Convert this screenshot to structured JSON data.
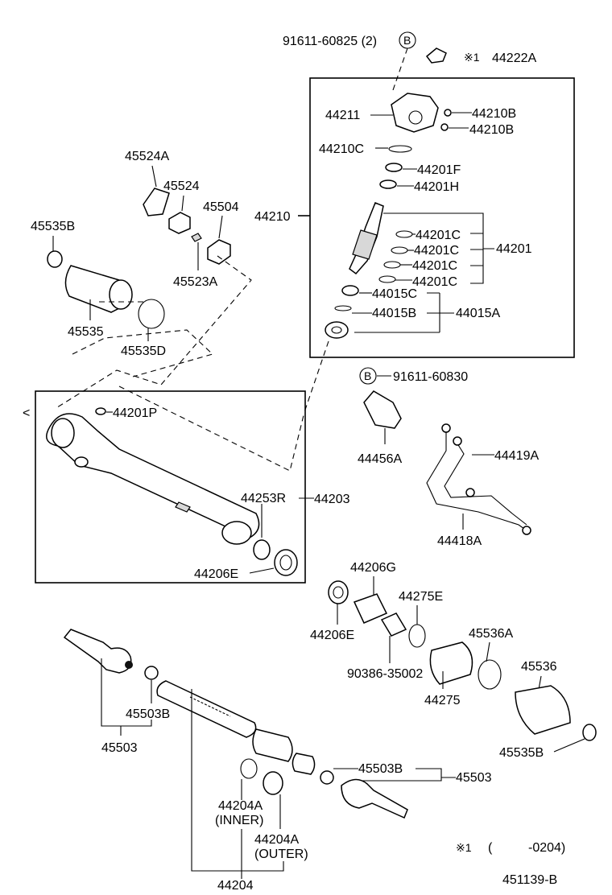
{
  "top": {
    "bolt_ref": "91611-60825 (2)",
    "b_marker": "B",
    "note_mark": "※1",
    "cap_part": "44222A"
  },
  "valve_box": {
    "assembly": "44210",
    "housing": "44211",
    "plug_1": "44210B",
    "plug_2": "44210B",
    "oring": "44210C",
    "seal_f": "44201F",
    "seal_h": "44201H",
    "ring_1": "44201C",
    "ring_2": "44201C",
    "ring_3": "44201C",
    "ring_4": "44201C",
    "valve_set": "44201",
    "seal_c": "44015C",
    "seal_b": "44015B",
    "seal_kit": "44015A"
  },
  "left_group": {
    "plate": "45524A",
    "adjuster": "45524",
    "cap": "45504",
    "spring": "45523A",
    "clamp": "45535B",
    "boot": "45535",
    "clip": "45535D"
  },
  "housing_box": {
    "pin": "44201P",
    "seal_r": "44253R",
    "housing": "44203",
    "bushing": "44206E"
  },
  "right_group": {
    "bolt_ref": "91611-60830",
    "b_marker": "B",
    "bracket": "44456A",
    "tube_a": "44419A",
    "tube_b": "44418A",
    "bushing_g": "44206G",
    "seal_e": "44275E",
    "bushing_e": "44206E",
    "bearing": "90386-35002",
    "boot": "44275",
    "clip": "45536A",
    "boot_2": "45536",
    "clamp": "45535B"
  },
  "lower_group": {
    "tie_rod_end_l": "45503",
    "washer_l": "45503B",
    "rack": "44204",
    "inner": "44204A",
    "inner_note": "(INNER)",
    "outer": "44204A",
    "outer_note": "(OUTER)",
    "washer_r": "45503B",
    "tie_rod_end_r": "45503"
  },
  "footer": {
    "note_mark": "※1",
    "date_open": "(",
    "date_range": "-0204)",
    "diagram_id": "451139-B"
  }
}
